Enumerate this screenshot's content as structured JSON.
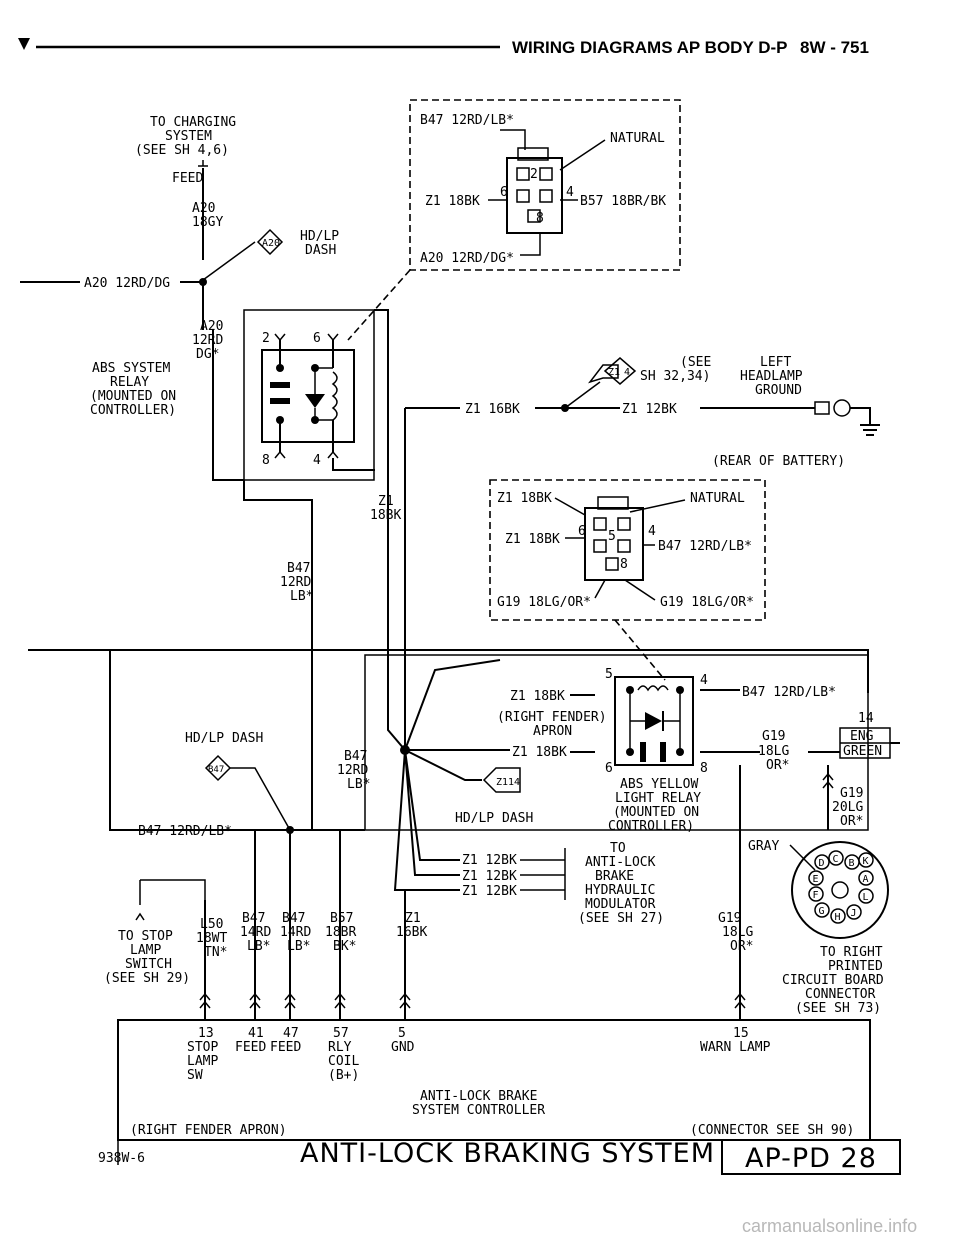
{
  "header": {
    "title": "WIRING DIAGRAMS AP BODY D-P",
    "page": "8W - 751"
  },
  "footer": {
    "code": "938W-6",
    "title": "ANTI-LOCK BRAKING SYSTEM",
    "page_code": "AP-PD 28"
  },
  "watermark": "carmanualsonline.info",
  "labels": {
    "charging": [
      "TO CHARGING",
      "SYSTEM",
      "(SEE SH 4,6)"
    ],
    "feed": "FEED",
    "a20_18gy": [
      "A20",
      "18GY"
    ],
    "hdlp_dash_a20": [
      "HD/LP",
      "DASH"
    ],
    "a20_conn": "A20",
    "a20_12rd_dg": "A20 12RD/DG",
    "a20_12rd_dgx": [
      "A20",
      "12RD",
      "DG*"
    ],
    "abs_relay": [
      "ABS SYSTEM",
      "RELAY",
      "(MOUNTED ON",
      "CONTROLLER)"
    ],
    "relay_pins": [
      "2",
      "6",
      "8",
      "4"
    ],
    "conn1": {
      "b47": "B47 12RD/LB*",
      "natural": "NATURAL",
      "z1": "Z1 18BK",
      "b57": "B57 18BR/BK",
      "a20": "A20 12RD/DG*",
      "pins": [
        "2",
        "6",
        "4",
        "8"
      ]
    },
    "ground_ref": {
      "conn": "Z1",
      "pin": "4",
      "see": "(SEE",
      "sh": "SH 32,34)",
      "left": "LEFT",
      "headlamp": "HEADLAMP",
      "ground": "GROUND"
    },
    "z1_16bk": "Z1 16BK",
    "z1_12bk": "Z1 12BK",
    "rear_battery": "(REAR OF BATTERY)",
    "z1_18bk_v": [
      "Z1",
      "18BK"
    ],
    "conn2": {
      "z1a": "Z1 18BK",
      "natural": "NATURAL",
      "z1b": "Z1 18BK",
      "b47": "B47 12RD/LB*",
      "g19a": "G19 18LG/OR*",
      "g19b": "G19 18LG/OR*",
      "pins": [
        "6",
        "5",
        "4",
        "8"
      ]
    },
    "b47_12rd_lb": [
      "B47",
      "12RD",
      "LB*"
    ],
    "yellow_relay": {
      "z1": "Z1 18BK",
      "b47": "B47 12RD/LB*",
      "rfa": [
        "(RIGHT FENDER)",
        "APRON"
      ],
      "z1b": "Z1 18BK",
      "g19": [
        "G19",
        "18LG",
        "OR*"
      ],
      "pins": [
        "5",
        "4",
        "6",
        "8"
      ],
      "name": [
        "ABS YELLOW",
        "LIGHT RELAY",
        "(MOUNTED ON",
        "CONTROLLER)"
      ]
    },
    "eng_green": [
      "ENG",
      "GREEN"
    ],
    "pin14": "14",
    "g19_20lg": [
      "G19",
      "20LG",
      "OR*"
    ],
    "hdlp_dash_b47": "HD/LP DASH",
    "b47_conn": "B47",
    "b47_12rd_lb_h": "B47 12RD/LB*",
    "hdlp_dash_z1": "HD/LP DASH",
    "z1_conn": "Z1",
    "z1_pin": "14",
    "to_abs": {
      "wires": [
        "Z1 12BK",
        "Z1 12BK",
        "Z1 12BK"
      ],
      "text": [
        "TO",
        "ANTI-LOCK",
        "BRAKE",
        "HYDRAULIC",
        "MODULATOR",
        "(SEE SH 27)"
      ]
    },
    "gray": "GRAY",
    "circle_pins": [
      "D",
      "C",
      "B",
      "E",
      "A",
      "F",
      "L",
      "G",
      "H",
      "J",
      "K"
    ],
    "to_right_pcb": [
      "TO RIGHT",
      "PRINTED",
      "CIRCUIT BOARD",
      "CONNECTOR",
      "(SEE SH 73)"
    ],
    "g19_18lg": [
      "G19",
      "18LG",
      "OR*"
    ],
    "stop_lamp": [
      "TO STOP",
      "LAMP",
      "SWITCH",
      "(SEE SH 29)"
    ],
    "l50": [
      "L50",
      "18WT",
      "TN*"
    ],
    "b47_14rd_a": [
      "B47",
      "14RD",
      "LB*"
    ],
    "b47_14rd_b": [
      "B47",
      "14RD",
      "LB*"
    ],
    "b57_18br": [
      "B57",
      "18BR",
      "BK*"
    ],
    "z1_16bk_v": [
      "Z1",
      "16BK"
    ],
    "controller_pins": [
      {
        "num": "13",
        "name": [
          "STOP",
          "LAMP",
          "SW"
        ]
      },
      {
        "num": "41",
        "name": [
          "FEED"
        ]
      },
      {
        "num": "47",
        "name": [
          "FEED"
        ]
      },
      {
        "num": "57",
        "name": [
          "RLY",
          "COIL",
          "(B+)"
        ]
      },
      {
        "num": "5",
        "name": [
          "GND"
        ]
      },
      {
        "num": "15",
        "name": [
          "WARN LAMP"
        ]
      }
    ],
    "controller": [
      "ANTI-LOCK BRAKE",
      "SYSTEM CONTROLLER"
    ],
    "rfa_bottom": "(RIGHT FENDER APRON)",
    "conn_see_90": "(CONNECTOR SEE SH 90)"
  }
}
